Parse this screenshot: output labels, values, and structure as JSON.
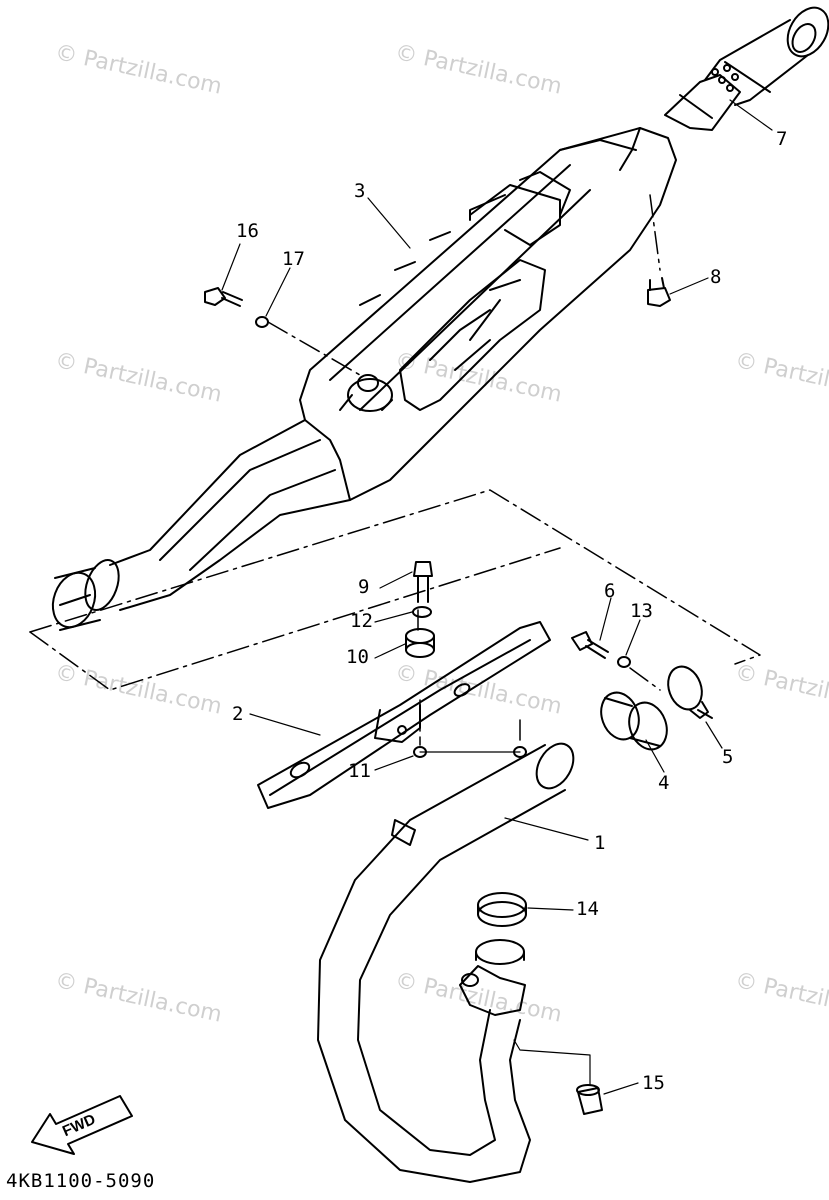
{
  "watermark": "© Partzilla.com",
  "diagram_code": "4KB1100-5090",
  "direction_label": "FWD",
  "callouts": [
    "1",
    "2",
    "3",
    "4",
    "5",
    "6",
    "7",
    "8",
    "9",
    "10",
    "11",
    "12",
    "13",
    "14",
    "15",
    "16",
    "17"
  ]
}
